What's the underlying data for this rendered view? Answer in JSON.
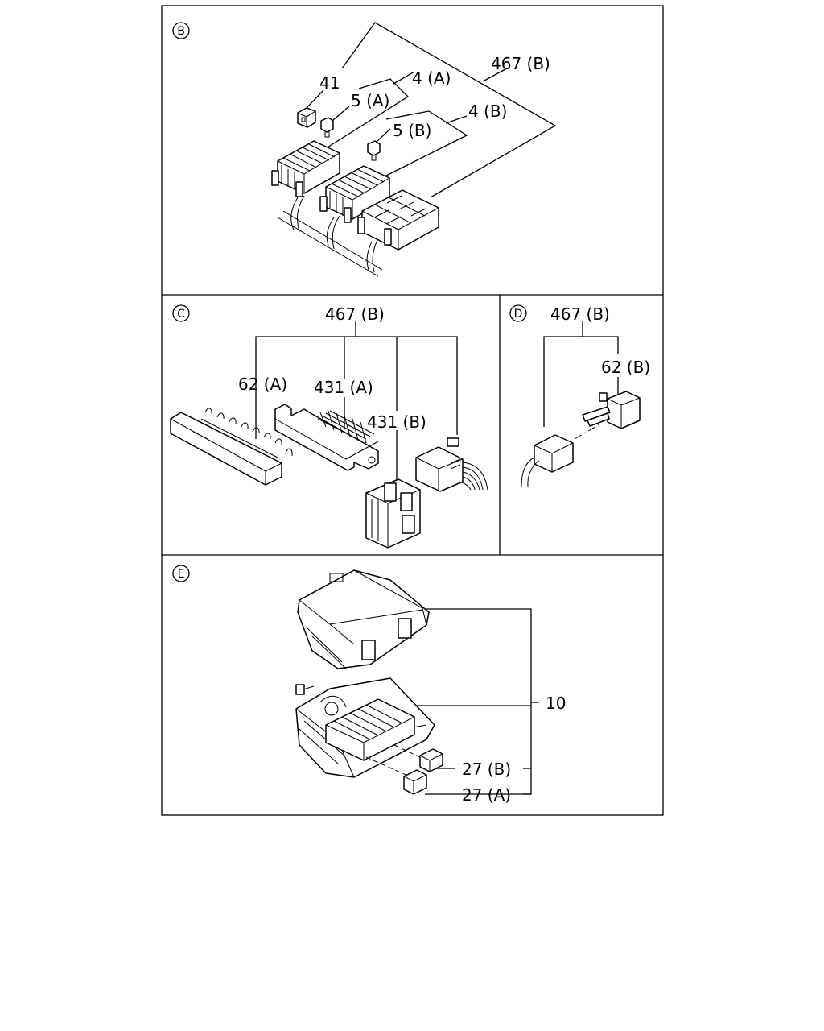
{
  "panels": {
    "B": {
      "marker": "B",
      "labels": [
        "41",
        "4 (A)",
        "5 (A)",
        "467 (B)",
        "4 (B)",
        "5 (B)"
      ]
    },
    "C": {
      "marker": "C",
      "labels": [
        "467 (B)",
        "62 (A)",
        "431 (A)",
        "431 (B)"
      ]
    },
    "D": {
      "marker": "D",
      "labels": [
        "467 (B)",
        "62 (B)"
      ]
    },
    "E": {
      "marker": "E",
      "labels": [
        "10",
        "27 (B)",
        "27 (A)"
      ]
    }
  }
}
